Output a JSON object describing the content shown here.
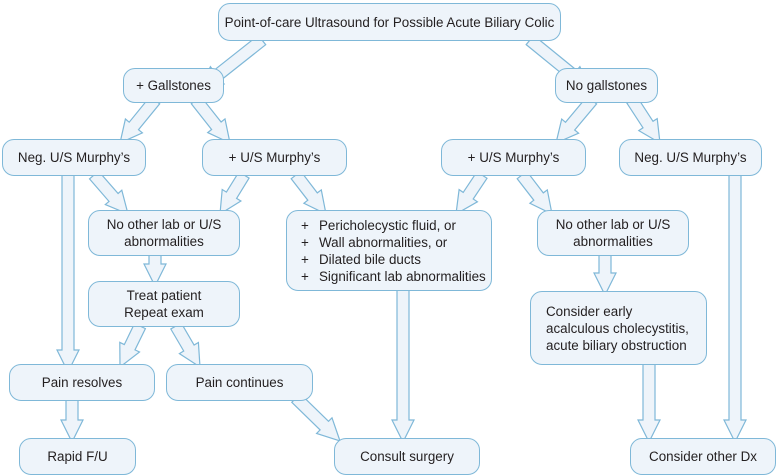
{
  "diagram": {
    "title": "Point-of-care Ultrasound for Possible Acute Biliary Colic",
    "colors": {
      "fill": "#eef4fa",
      "stroke": "#7fb8d8",
      "text": "#231f20"
    },
    "nodes": {
      "root": {
        "lines": [
          "Point-of-care Ultrasound for Possible Acute Biliary Colic"
        ]
      },
      "gallstones": {
        "lines": [
          "+ Gallstones"
        ]
      },
      "nogallstones": {
        "lines": [
          "No gallstones"
        ]
      },
      "gs_neg_murphy": {
        "lines": [
          "Neg. U/S Murphy’s"
        ]
      },
      "gs_pos_murphy": {
        "lines": [
          "+ U/S Murphy’s"
        ]
      },
      "ngs_pos_murphy": {
        "lines": [
          "+ U/S Murphy’s"
        ]
      },
      "ngs_neg_murphy": {
        "lines": [
          "Neg. U/S Murphy’s"
        ]
      },
      "gs_no_other": {
        "lines": [
          "No other lab or U/S",
          "abnormalities"
        ]
      },
      "findings": {
        "bullet": "+",
        "items": [
          "Pericholecystic fluid, or",
          "Wall abnormalities, or",
          "Dilated bile ducts",
          "Significant lab abnormalities"
        ]
      },
      "ngs_no_other": {
        "lines": [
          "No other lab or U/S",
          "abnormalities"
        ]
      },
      "treat": {
        "lines": [
          "Treat patient",
          "Repeat exam"
        ]
      },
      "consider_early": {
        "lines": [
          "Consider early",
          "acalculous cholecystitis,",
          "acute biliary obstruction"
        ]
      },
      "pain_resolves": {
        "lines": [
          "Pain resolves"
        ]
      },
      "pain_continues": {
        "lines": [
          "Pain continues"
        ]
      },
      "rapid_fu": {
        "lines": [
          "Rapid F/U"
        ]
      },
      "consult_surgery": {
        "lines": [
          "Consult surgery"
        ]
      },
      "consider_other": {
        "lines": [
          "Consider other Dx"
        ]
      }
    },
    "edges": [
      [
        "root",
        "gallstones"
      ],
      [
        "root",
        "nogallstones"
      ],
      [
        "gallstones",
        "gs_neg_murphy"
      ],
      [
        "gallstones",
        "gs_pos_murphy"
      ],
      [
        "nogallstones",
        "ngs_pos_murphy"
      ],
      [
        "nogallstones",
        "ngs_neg_murphy"
      ],
      [
        "gs_neg_murphy",
        "pain_resolves"
      ],
      [
        "gs_neg_murphy",
        "gs_no_other"
      ],
      [
        "gs_pos_murphy",
        "gs_no_other"
      ],
      [
        "gs_pos_murphy",
        "findings"
      ],
      [
        "ngs_pos_murphy",
        "findings"
      ],
      [
        "ngs_pos_murphy",
        "ngs_no_other"
      ],
      [
        "ngs_neg_murphy",
        "consider_other"
      ],
      [
        "gs_no_other",
        "treat"
      ],
      [
        "ngs_no_other",
        "consider_early"
      ],
      [
        "treat",
        "pain_resolves"
      ],
      [
        "treat",
        "pain_continues"
      ],
      [
        "pain_resolves",
        "rapid_fu"
      ],
      [
        "pain_continues",
        "consult_surgery"
      ],
      [
        "findings",
        "consult_surgery"
      ],
      [
        "consider_early",
        "consider_other"
      ]
    ]
  }
}
